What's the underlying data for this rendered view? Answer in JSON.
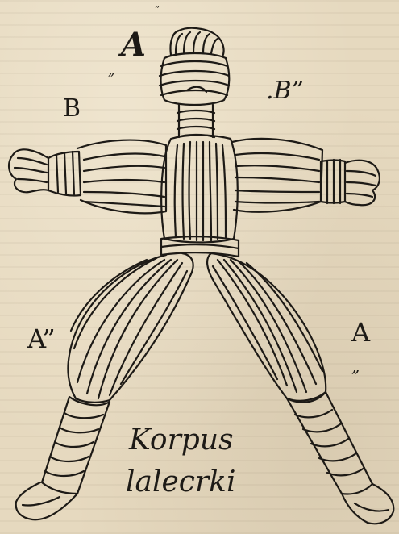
{
  "labels": {
    "top_mark": "”",
    "head": "A",
    "head_quote": "„",
    "left_arm": "B",
    "right_arm": ".B”",
    "left_leg": "A”",
    "right_leg": "A",
    "right_leg_quote": "„"
  },
  "caption": {
    "line1": "Korpus",
    "line2": "lalecrki"
  },
  "colors": {
    "paper": "#e6d9bf",
    "ink": "#1d1a16"
  }
}
